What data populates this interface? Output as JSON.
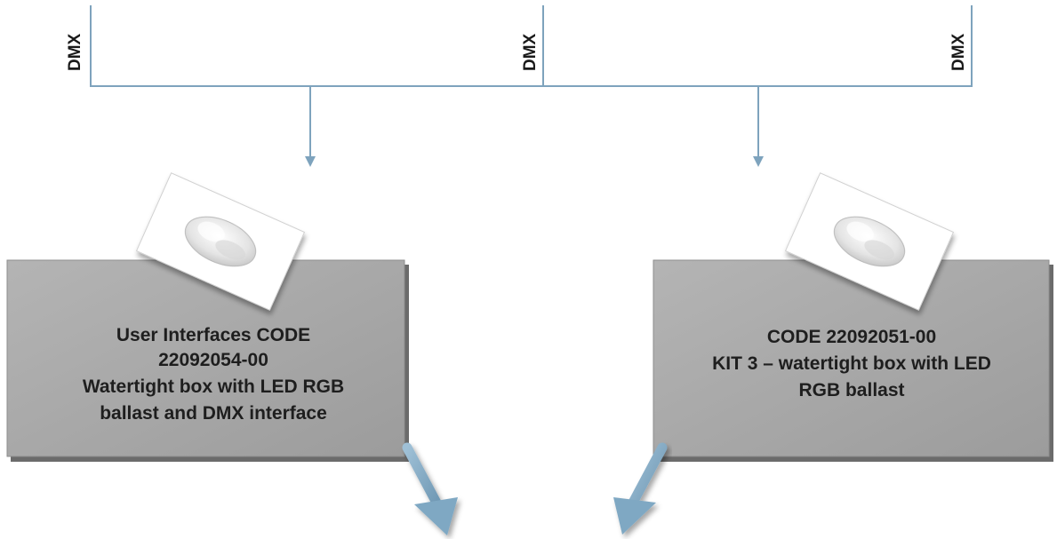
{
  "bus": {
    "dmx_labels": [
      "DMX",
      "DMX",
      "DMX"
    ]
  },
  "boxes": [
    {
      "lines": [
        "User Interfaces CODE",
        "22092054-00",
        "Watertight box with LED RGB",
        "ballast and DMX interface"
      ]
    },
    {
      "lines": [
        "CODE 22092051-00",
        "KIT 3 – watertight box with LED",
        "RGB ballast"
      ]
    }
  ],
  "colors": {
    "connector_line": "#7ea3bd",
    "box_fill": "#a9a9a9",
    "box_shadow": "#6b6b6b",
    "output_arrow": "#7fa8c3"
  },
  "icons": [
    "ballast-box-photo",
    "ballast-box-photo"
  ]
}
